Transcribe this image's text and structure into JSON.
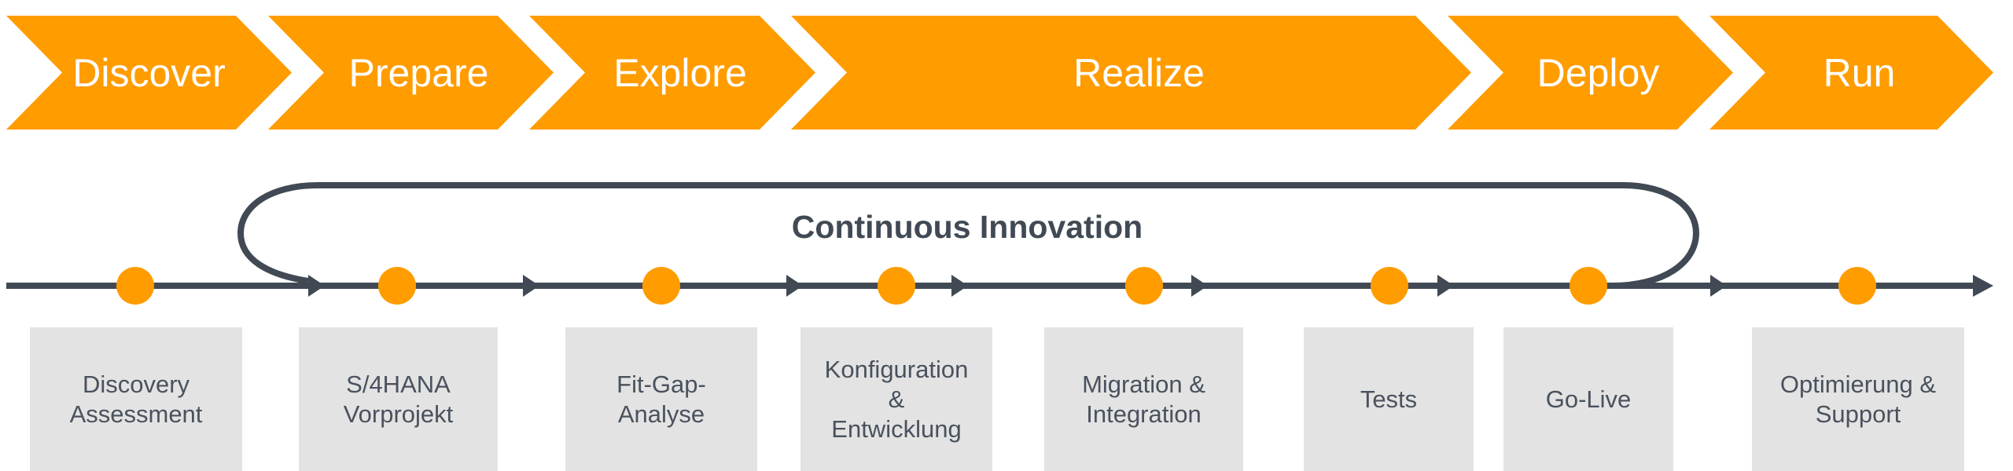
{
  "colors": {
    "accent": "#ff9c00",
    "line": "#414a54",
    "box": "#e3e3e3",
    "box_text": "#49525d"
  },
  "phases": [
    {
      "label": "Discover"
    },
    {
      "label": "Prepare"
    },
    {
      "label": "Explore"
    },
    {
      "label": "Realize"
    },
    {
      "label": "Deploy"
    },
    {
      "label": "Run"
    }
  ],
  "loop_label": "Continuous Innovation",
  "steps": [
    {
      "label": "Discovery\nAssessment"
    },
    {
      "label": "S/4HANA\nVorprojekt"
    },
    {
      "label": "Fit-Gap-\nAnalyse"
    },
    {
      "label": "Konfiguration\n&\nEntwicklung"
    },
    {
      "label": "Migration &\nIntegration"
    },
    {
      "label": "Tests"
    },
    {
      "label": "Go-Live"
    },
    {
      "label": "Optimierung &\nSupport"
    }
  ]
}
